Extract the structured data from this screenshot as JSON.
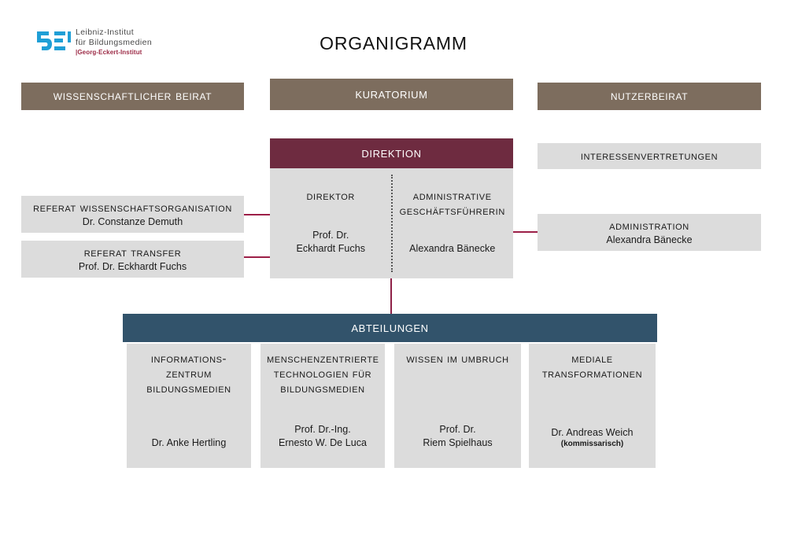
{
  "logo": {
    "line1": "Leibniz-Institut",
    "line2": "für Bildungsmedien",
    "subtitle": "|Georg-Eckert-Institut",
    "mark_color": "#1f9fd6",
    "subtitle_color": "#9c2b46"
  },
  "title": "ORGANIGRAMM",
  "colors": {
    "brown": "#7d6d5e",
    "grey": "#dcdcdc",
    "maroon": "#6e2b40",
    "blue": "#32536b",
    "connector": "#9c1f47"
  },
  "advisory": {
    "scientific_board": "Wissenschaftlicher Beirat",
    "kuratorium": "Kuratorium",
    "user_board": "Nutzerbeirat"
  },
  "direktion": {
    "header": "Direktion",
    "director": {
      "role": "Direktor",
      "name_line1": "Prof. Dr.",
      "name_line2": "Eckhardt Fuchs"
    },
    "admin_director": {
      "role_line1": "Administrative",
      "role_line2": "Geschäftsführerin",
      "name": "Alexandra Bänecke"
    }
  },
  "left_units": [
    {
      "title": "Referat Wissenschaftsorganisation",
      "person": "Dr. Constanze Demuth"
    },
    {
      "title": "Referat Transfer",
      "person": "Prof. Dr. Eckhardt Fuchs"
    }
  ],
  "right_units": [
    {
      "title": "Interessenvertretungen",
      "person": ""
    },
    {
      "title": "Administration",
      "person": "Alexandra Bänecke"
    }
  ],
  "departments": {
    "header": "Abteilungen",
    "columns": [
      {
        "title_line1": "Informations-",
        "title_line2": "zentrum",
        "title_line3": "Bildungsmedien",
        "person_line1": "Dr. Anke Hertling",
        "person_line2": "",
        "note": ""
      },
      {
        "title_line1": "Menschenzentrierte",
        "title_line2": "Technologien für",
        "title_line3": "Bildungsmedien",
        "person_line1": "Prof. Dr.-Ing.",
        "person_line2": "Ernesto W. De Luca",
        "note": ""
      },
      {
        "title_line1": "Wissen im Umbruch",
        "title_line2": "",
        "title_line3": "",
        "person_line1": "Prof. Dr.",
        "person_line2": "Riem Spielhaus",
        "note": ""
      },
      {
        "title_line1": "Mediale",
        "title_line2": "Transformationen",
        "title_line3": "",
        "person_line1": "Dr. Andreas Weich",
        "person_line2": "",
        "note": "(kommissarisch)"
      }
    ]
  }
}
